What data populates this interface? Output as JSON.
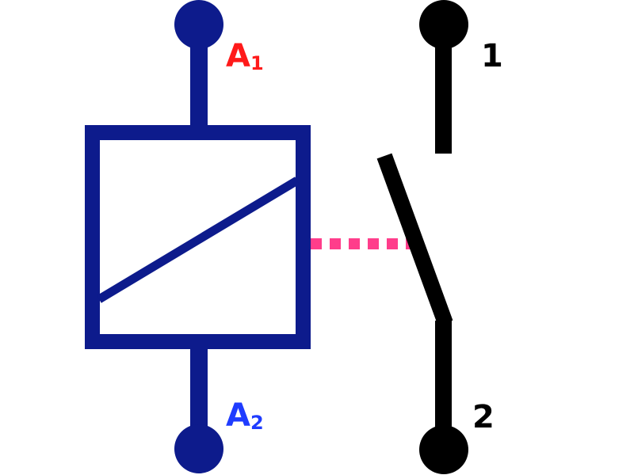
{
  "colors": {
    "coil": "#0d1b8c",
    "contact": "#000000",
    "linkage": "#ff3d8b",
    "label_a1": "#ff1a1a",
    "label_a2": "#1f3cff",
    "label_contacts": "#000000",
    "background": "#ffffff"
  },
  "labels": {
    "a1_letter": "A",
    "a1_sub": "1",
    "a2_letter": "A",
    "a2_sub": "2",
    "contact_1": "1",
    "contact_2": "2"
  },
  "icons": {
    "coil": "relay-coil-icon",
    "switch": "normally-open-contact-icon"
  }
}
